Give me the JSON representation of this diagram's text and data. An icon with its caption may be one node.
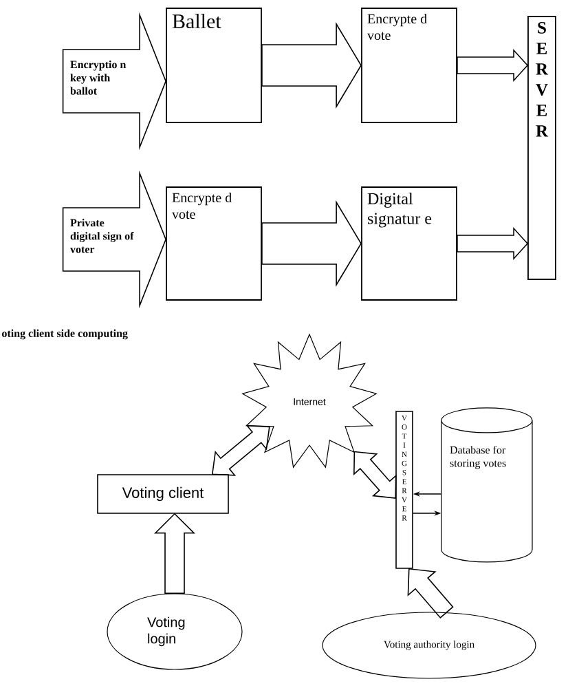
{
  "diagram": {
    "nodes": [
      {
        "text": [
          "Encryptio n key with ballot"
        ]
      },
      {
        "text": [
          "Ballet"
        ]
      },
      {
        "text": [
          "Encrypte d vote"
        ]
      },
      {
        "text": [
          "S E R V E R"
        ]
      },
      {
        "text": [
          "Private digital sign of voter"
        ]
      },
      {
        "text": [
          "Encrypte d vote"
        ]
      },
      {
        "text": [
          "Digital signatur e"
        ]
      },
      {
        "text": [
          "Internet"
        ]
      },
      {
        "text": [
          "Voting client"
        ]
      },
      {
        "text": [
          "V O T I N G S E R V E R"
        ]
      },
      {
        "text": [
          "Database for storing votes"
        ]
      },
      {
        "text": [
          "Voting login"
        ]
      },
      {
        "text": [
          "Voting authority login"
        ]
      }
    ],
    "edges": [
      {
        "from": 1,
        "to": 2,
        "arrow": "to"
      },
      {
        "from": 2,
        "to": 3,
        "arrow": "to"
      },
      {
        "from": 5,
        "to": 6,
        "arrow": "to"
      },
      {
        "from": 6,
        "to": 3,
        "arrow": "to"
      },
      {
        "from": 8,
        "to": 7,
        "arrow": "both"
      },
      {
        "from": 7,
        "to": 9,
        "arrow": "both"
      },
      {
        "from": 9,
        "to": 10,
        "arrow": "to"
      },
      {
        "from": 10,
        "to": 9,
        "arrow": "to"
      },
      {
        "from": 11,
        "to": 8,
        "arrow": "to"
      },
      {
        "from": 12,
        "to": 9,
        "arrow": "to"
      },
      {
        "from": 0,
        "to": 1,
        "arrow": "to"
      },
      {
        "from": 4,
        "to": 5,
        "arrow": "to"
      }
    ],
    "labels": [
      "oting client side computing"
    ]
  }
}
